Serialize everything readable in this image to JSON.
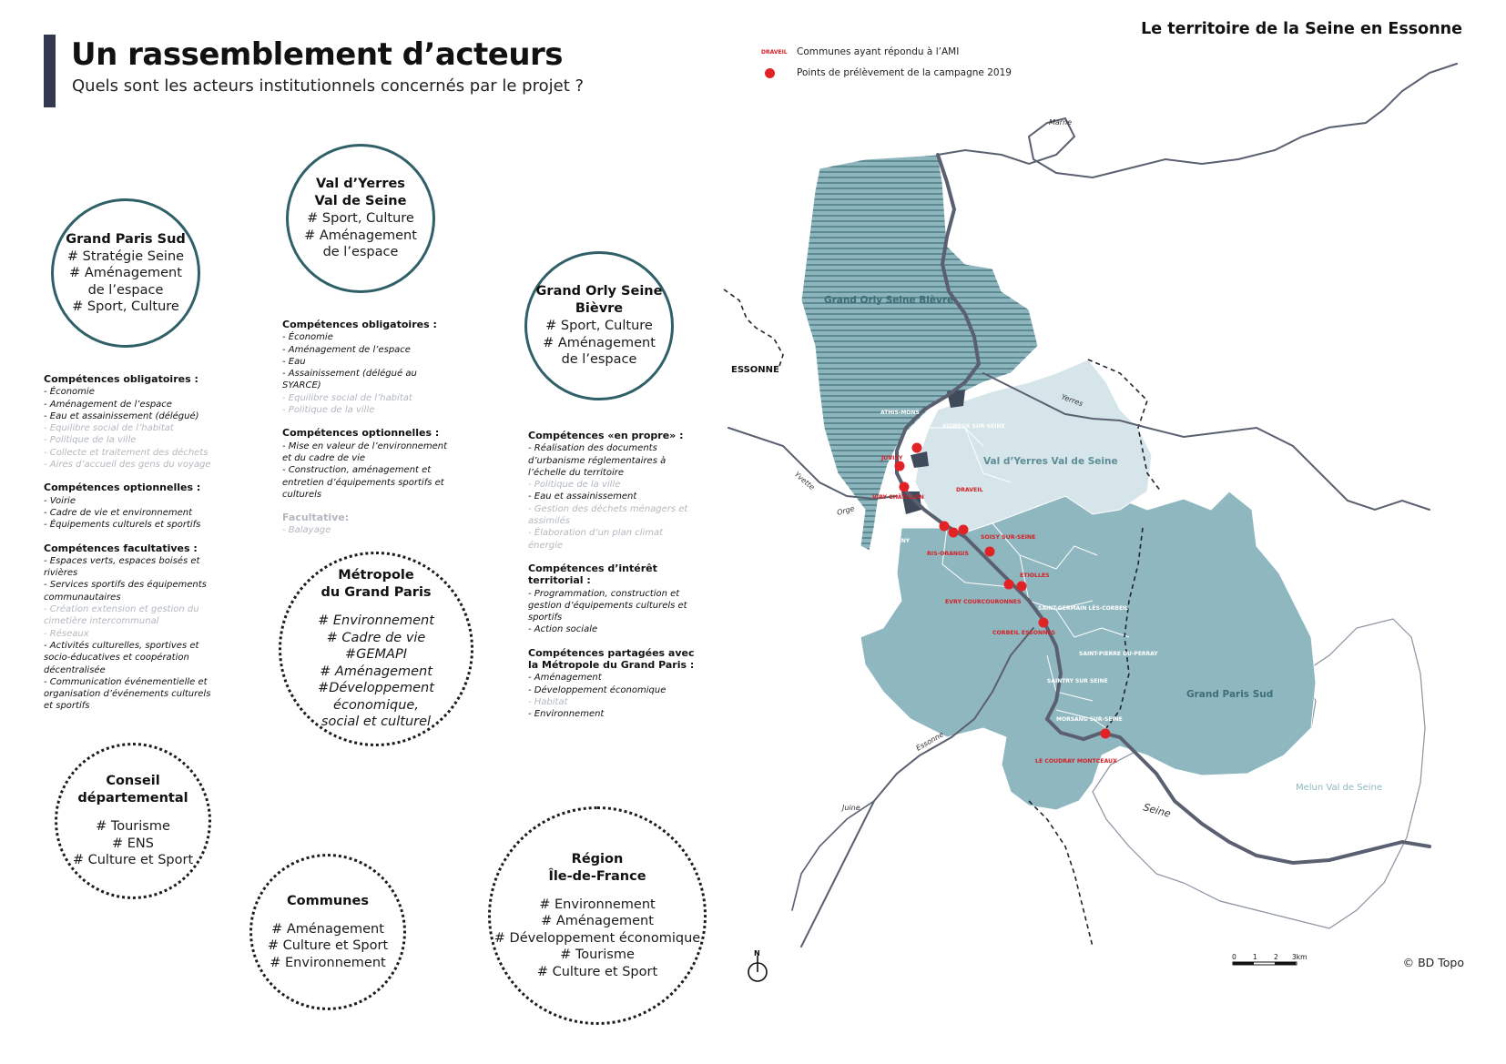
{
  "header": {
    "title": "Un rassemblement d’acteurs",
    "subtitle": "Quels sont les acteurs institutionnels concernés par le projet ?"
  },
  "actors": {
    "grand_paris_sud": {
      "name": "Grand Paris Sud",
      "tags": [
        "# Stratégie Seine",
        "# Aménagement de l’espace",
        "# Sport, Culture"
      ],
      "competences": [
        {
          "heading": "Compétences obligatoires :",
          "items": [
            {
              "text": "- Économie",
              "grey": false
            },
            {
              "text": "- Aménagement de l’espace",
              "grey": false
            },
            {
              "text": "- Eau et assainissement (délégué)",
              "grey": false
            },
            {
              "text": "- Equilibre social de l’habitat",
              "grey": true
            },
            {
              "text": "- Politique de la ville",
              "grey": true
            },
            {
              "text": "- Collecte et traitement des déchets",
              "grey": true
            },
            {
              "text": "- Aires d’accueil des gens du voyage",
              "grey": true
            }
          ]
        },
        {
          "heading": "Compétences  optionnelles :",
          "items": [
            {
              "text": "- Voirie",
              "grey": false
            },
            {
              "text": "- Cadre de vie et environnement",
              "grey": false
            },
            {
              "text": "- Équipements culturels et sportifs",
              "grey": false
            }
          ]
        },
        {
          "heading": "Compétences facultatives :",
          "items": [
            {
              "text": "- Espaces verts, espaces boisés et rivières",
              "grey": false
            },
            {
              "text": "- Services sportifs des équipements communautaires",
              "grey": false
            },
            {
              "text": "- Création extension et gestion du cimetière intercommunal",
              "grey": true
            },
            {
              "text": "- Réseaux",
              "grey": true
            },
            {
              "text": "- Activités culturelles, sportives et socio-éducatives et coopération décentralisée",
              "grey": false
            },
            {
              "text": "- Communication événementielle et organisation d’événements culturels et sportifs",
              "grey": false
            }
          ]
        }
      ]
    },
    "val_yerres": {
      "name_lines": [
        "Val d’Yerres",
        "Val de Seine"
      ],
      "tags": [
        "# Sport, Culture",
        "# Aménagement de l’espace"
      ],
      "competences": [
        {
          "heading": "Compétences obligatoires :",
          "items": [
            {
              "text": "- Économie",
              "grey": false
            },
            {
              "text": "- Aménagement de l’espace",
              "grey": false
            },
            {
              "text": "- Eau",
              "grey": false
            },
            {
              "text": "- Assainissement (délégué au SYARCE)",
              "grey": false
            },
            {
              "text": "- Equilibre social de l’habitat",
              "grey": true
            },
            {
              "text": "- Politique de la ville",
              "grey": true
            }
          ]
        },
        {
          "heading": "Compétences optionnelles :",
          "items": [
            {
              "text": "- Mise en valeur de l’environnement et du cadre de vie",
              "grey": false
            },
            {
              "text": "- Construction, aménagement et entretien d’équipements sportifs et culturels",
              "grey": false
            }
          ]
        },
        {
          "heading": "Facultative:",
          "heading_grey": true,
          "items": [
            {
              "text": "- Balayage",
              "grey": true
            }
          ]
        }
      ]
    },
    "grand_orly": {
      "name_lines": [
        "Grand Orly Seine",
        "Bièvre"
      ],
      "tags": [
        "# Sport, Culture",
        "# Aménagement de l’espace"
      ],
      "competences": [
        {
          "heading": "Compétences «en propre» :",
          "items": [
            {
              "text": "- Réalisation des documents d’urbanisme réglementaires à l’échelle du territoire",
              "grey": false
            },
            {
              "text": "- Politique de la ville",
              "grey": true
            },
            {
              "text": "- Eau et assainissement",
              "grey": false
            },
            {
              "text": "- Gestion des déchets ménagers et assimilés",
              "grey": true
            },
            {
              "text": "- Élaboration d’un plan climat énergie",
              "grey": true
            }
          ]
        },
        {
          "heading": "Compétences d’intérêt territorial :",
          "items": [
            {
              "text": "- Programmation, construction et gestion d’équipements culturels et sportifs",
              "grey": false
            },
            {
              "text": "- Action sociale",
              "grey": false
            }
          ]
        },
        {
          "heading": "Compétences partagées avec la Métropole du Grand Paris :",
          "items": [
            {
              "text": "- Aménagement",
              "grey": false
            },
            {
              "text": "- Développement économique",
              "grey": false
            },
            {
              "text": "- Habitat",
              "grey": true
            },
            {
              "text": "- Environnement",
              "grey": false
            }
          ]
        }
      ]
    },
    "metropole": {
      "name_lines": [
        "Métropole",
        "du Grand Paris"
      ],
      "tags": [
        "# Environnement",
        "# Cadre de vie",
        "#GEMAPI",
        "# Aménagement",
        "#Développement économique,",
        "social et culturel"
      ]
    },
    "conseil": {
      "name_lines": [
        "Conseil",
        "départemental"
      ],
      "tags": [
        "# Tourisme",
        "# ENS",
        "# Culture et Sport"
      ]
    },
    "communes": {
      "name_lines": [
        "Communes"
      ],
      "tags": [
        "# Aménagement",
        "# Culture et Sport",
        "# Environnement"
      ]
    },
    "region": {
      "name_lines": [
        "Région",
        "Île-de-France"
      ],
      "tags": [
        "# Environnement",
        "# Aménagement",
        "# Développement économique",
        "# Tourisme",
        "# Culture et Sport"
      ]
    }
  },
  "map": {
    "title": "Le territoire de la Seine en Essonne",
    "legend": {
      "sample": "DRAVEIL",
      "communes": "Communes ayant répondu à l’AMI",
      "points": "Points de prélèvement de la campagne 2019"
    },
    "colors": {
      "gps": "#8fb7bf",
      "vys": "#d6e5e9",
      "gosb": "#88b3bb",
      "river": "#5a6070",
      "points": "#e32226",
      "ami_labels": "#d51f26"
    },
    "territory_labels": {
      "gosb": "Grand Orly Seine Bièvre",
      "vys": "Val d’Yerres Val de Seine",
      "gps": "Grand Paris Sud",
      "mvs": "Melun Val de Seine",
      "essonne": "ESSONNE"
    },
    "rivers": [
      "Marne",
      "Yerres",
      "Yvette",
      "Orge",
      "Essonne",
      "Juine",
      "Seine"
    ],
    "communes_ami": [
      "JUVISY",
      "VIRY CHÂTILLON",
      "DRAVEIL",
      "RIS-ORANGIS",
      "SOISY SUR-SEINE",
      "ETIOLLES",
      "EVRY COURCOURONNES",
      "CORBEIL ESSONNES",
      "LE COUDRAY MONTCEAUX"
    ],
    "communes_other": [
      "ATHIS-MONS",
      "VIGNEUX SUR-SEINE",
      "GRIGNY",
      "SAINT-GERMAIN LÈS-CORBEIL",
      "SAINT-PIERRE DU-PERRAY",
      "SAINTRY SUR SEINE",
      "MORSANG SUR-SEINE"
    ],
    "scale": [
      "0",
      "1",
      "2",
      "3km"
    ],
    "north": "N",
    "credit": "© BD Topo"
  }
}
